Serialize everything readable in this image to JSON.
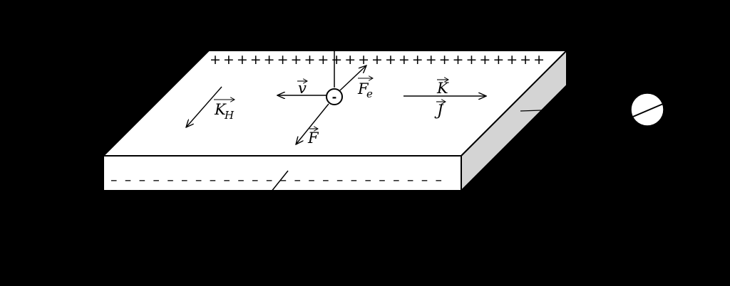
{
  "diagram": {
    "colors": {
      "background": "#000000",
      "top_face": "#ffffff",
      "front_face": "#ffffff",
      "side_face": "#d4d4d4",
      "stroke": "#000000",
      "electron_fill": "#ffffff"
    },
    "top_edge_charges": "+ + + + + + + + + + + + + + + + + + + + + + + + +",
    "bottom_edge_charges": "– – – – – – – – – – – – – – – – – – – – – – – –",
    "electron": {
      "sign": "-"
    },
    "labels": {
      "velocity": {
        "symbol": "v"
      },
      "electric_force": {
        "symbol": "F",
        "subscript": "e"
      },
      "force": {
        "symbol": "F"
      },
      "hall_current": {
        "symbol": "K",
        "subscript": "H"
      },
      "current_density_k": {
        "symbol": "K"
      },
      "current_density_j": {
        "symbol": "J"
      }
    },
    "icons": {
      "field_out_of_page": "circle-with-slash-icon"
    }
  }
}
